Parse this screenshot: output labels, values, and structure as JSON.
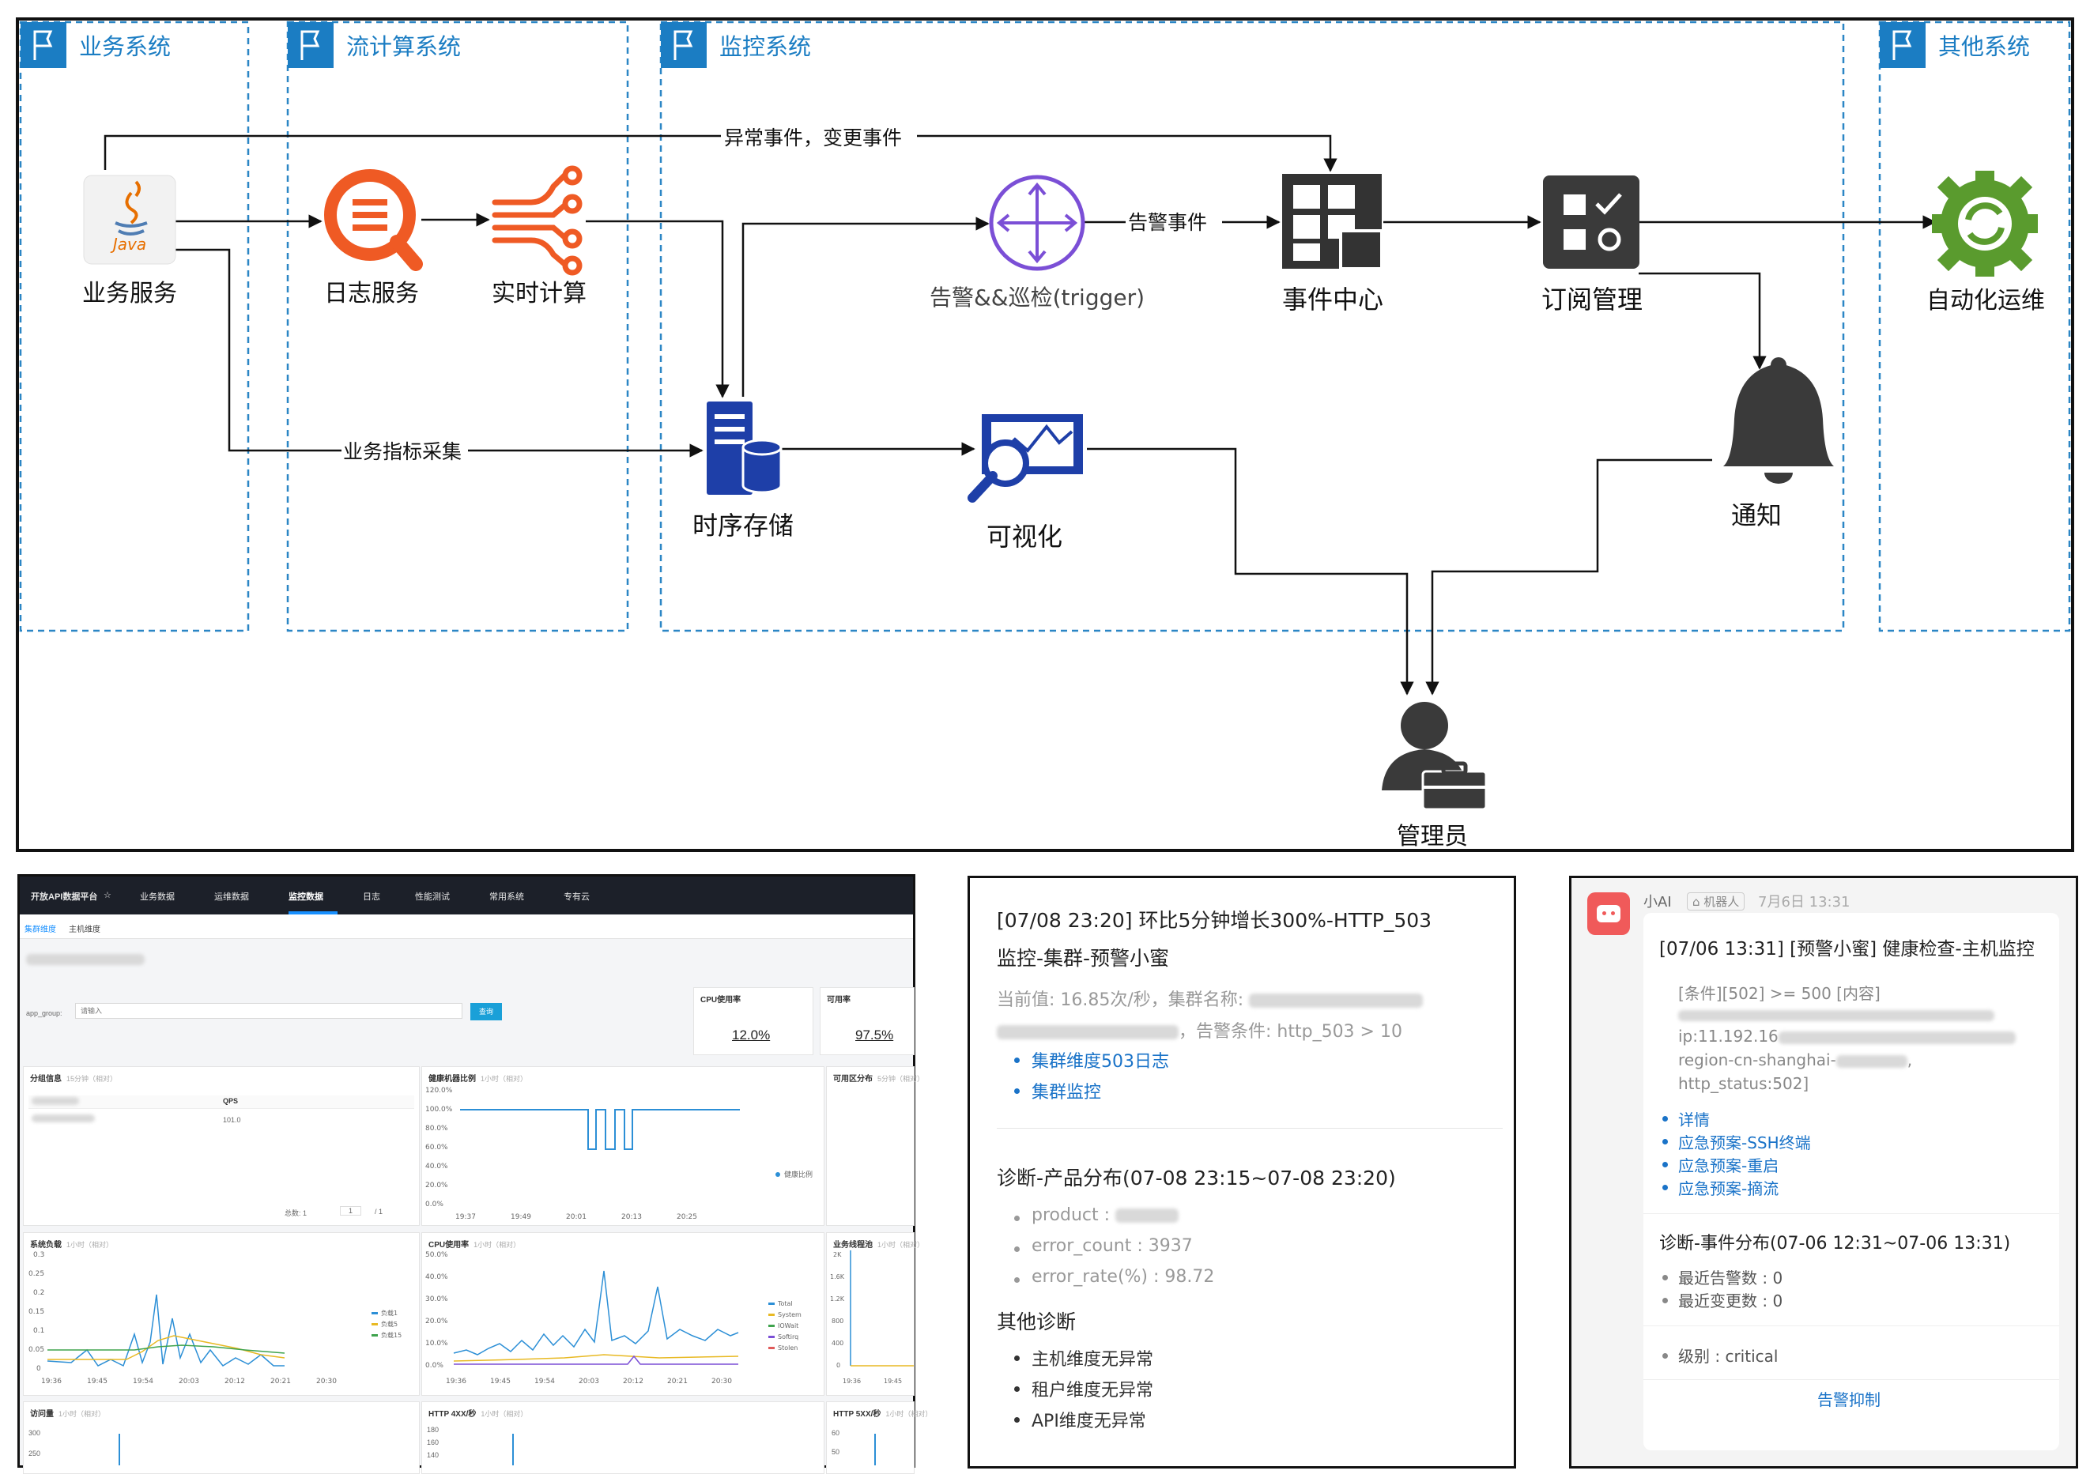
{
  "zones": {
    "business": "业务系统",
    "stream": "流计算系统",
    "monitor": "监控系统",
    "other": "其他系统"
  },
  "nodes": {
    "biz_service": "业务服务",
    "log_service": "日志服务",
    "realtime": "实时计算",
    "alert_inspect": "告警&&巡检(trigger)",
    "event_center": "事件中心",
    "subscription": "订阅管理",
    "auto_ops": "自动化运维",
    "tsdb": "时序存储",
    "visual": "可视化",
    "notify": "通知",
    "admin": "管理员",
    "java_label": "Java"
  },
  "edges": {
    "abnormal": "异常事件，变更事件",
    "alert_event": "告警事件",
    "metrics": "业务指标采集"
  },
  "dashboard": {
    "platform": "开放API数据平台",
    "nav": [
      "业务数据",
      "运维数据",
      "监控数据",
      "日志",
      "性能测试",
      "常用系统",
      "专有云"
    ],
    "tabs": [
      "集群维度",
      "主机维度"
    ],
    "filter_label": "app_group:",
    "filter_placeholder": "请输入",
    "query_button": "查询",
    "cpu_card": {
      "title": "CPU使用率",
      "value": "12.0%"
    },
    "avail_card": {
      "title": "可用率",
      "value": "97.5%"
    },
    "group_card": {
      "title": "分组信息",
      "range": "15分钟（相对）",
      "col": "QPS",
      "value": "101.0",
      "pager_total": "总数: 1",
      "pager_page": "1",
      "pager_of": "/ 1"
    },
    "health_card": {
      "title": "健康机器比例",
      "range": "1小时（相对）",
      "legend": "健康比例",
      "yticks": [
        "120.0%",
        "100.0%",
        "80.0%",
        "60.0%",
        "40.0%",
        "20.0%",
        "0.0%"
      ],
      "xticks": [
        "19:37",
        "19:49",
        "20:01",
        "20:13",
        "20:25"
      ]
    },
    "avail_dist": {
      "title": "可用区分布",
      "range": "5分钟（相对）"
    },
    "load_card": {
      "title": "系统负载",
      "range": "1小时（相对）",
      "yticks": [
        "0.3",
        "0.25",
        "0.2",
        "0.15",
        "0.1",
        "0.05",
        "0"
      ],
      "xticks": [
        "19:36",
        "19:45",
        "19:54",
        "20:03",
        "20:12",
        "20:21",
        "20:30"
      ],
      "legend": [
        "负载1",
        "负载5",
        "负载15"
      ]
    },
    "cpu_chart": {
      "title": "CPU使用率",
      "range": "1小时（相对）",
      "yticks": [
        "50.0%",
        "40.0%",
        "30.0%",
        "20.0%",
        "10.0%",
        "0.0%"
      ],
      "xticks": [
        "19:36",
        "19:45",
        "19:54",
        "20:03",
        "20:12",
        "20:21",
        "20:30"
      ],
      "legend": [
        "Total",
        "System",
        "IOWait",
        "Softirq",
        "Stolen"
      ]
    },
    "biz_water": {
      "title": "业务线程池",
      "range": "1小时（相对）",
      "yticks": [
        "2K",
        "1.6K",
        "1.2K",
        "800",
        "400",
        "0"
      ],
      "xticks": [
        "19:36",
        "19:45"
      ]
    },
    "visits": {
      "title": "访问量",
      "range": "1小时（相对）",
      "yticks": [
        "300",
        "250"
      ]
    },
    "http4": {
      "title": "HTTP 4XX/秒",
      "range": "1小时（相对）",
      "yticks": [
        "180",
        "160",
        "140"
      ]
    },
    "http5": {
      "title": "HTTP 5XX/秒",
      "range": "1小时（相对）",
      "yticks": [
        "60",
        "50"
      ]
    }
  },
  "alert_card": {
    "title1": "[07/08 23:20] 环比5分钟增长300%-HTTP_503",
    "title2": "监控-集群-预警小蜜",
    "line1": "当前值: 16.85次/秒，集群名称:",
    "line2": "，告警条件: http_503 > 10",
    "links": [
      "集群维度503日志",
      "集群监控"
    ],
    "diag_title": "诊断-产品分布(07-08 23:15~07-08 23:20)",
    "diag_items": [
      "product :",
      "error_count : 3937",
      "error_rate(%) : 98.72"
    ],
    "other_title": "其他诊断",
    "other_items": [
      "主机维度无异常",
      "租户维度无异常",
      "API维度无异常"
    ]
  },
  "chat_card": {
    "sender": "小AI",
    "bot_tag": "机器人",
    "time": "7月6日 13:31",
    "title": "[07/06 13:31] [预警小蜜] 健康检查-主机监控",
    "cond1": "[条件][502] >= 500 [内容]",
    "cond2": "ip:11.192.16",
    "cond3": "region-cn-shanghai-",
    "cond4": "http_status:502]",
    "links": [
      "详情",
      "应急预案-SSH终端",
      "应急预案-重启",
      "应急预案-摘流"
    ],
    "diag_title": "诊断-事件分布(07-06 12:31~07-06 13:31)",
    "diag_items": [
      "最近告警数 : 0",
      "最近变更数 : 0"
    ],
    "level": "级别 : critical",
    "suppress": "告警抑制"
  }
}
